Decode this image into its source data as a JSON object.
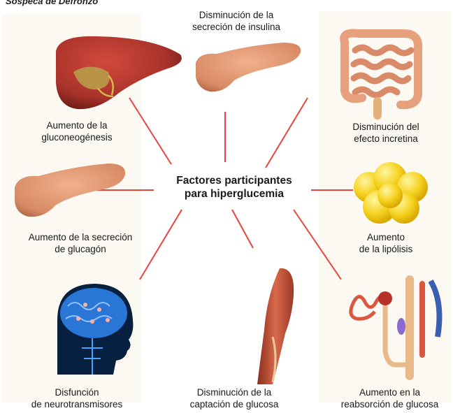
{
  "header_fragment": "Sospeca de Defronzo",
  "center": {
    "line1": "Factores participantes",
    "line2": "para hiperglucemia"
  },
  "factors": {
    "liver": {
      "line1": "Aumento de la",
      "line2": "gluconeogénesis",
      "icon": "liver-icon"
    },
    "insulin": {
      "line1": "Disminución de la",
      "line2": "secreción de insulina",
      "icon": "pancreas-icon"
    },
    "incretin": {
      "line1": "Disminución del",
      "line2": "efecto incretina",
      "icon": "intestine-icon"
    },
    "glucagon": {
      "line1": "Aumento de la secreción",
      "line2": "de glucagón",
      "icon": "pancreas-icon"
    },
    "lipolysis": {
      "line1": "Aumento",
      "line2": "de la lipólisis",
      "icon": "fat-cells-icon"
    },
    "neuro": {
      "line1": "Disfunción",
      "line2": "de neurotransmisores",
      "icon": "brain-head-icon"
    },
    "glucose_uptake": {
      "line1": "Disminución de la",
      "line2": "captación de glucosa",
      "icon": "muscle-arm-icon"
    },
    "reabsorption": {
      "line1": "Aumento en la",
      "line2": "reabsorción de glucosa",
      "icon": "kidney-nephron-icon"
    }
  },
  "colors": {
    "connector": "#e8453c",
    "liver": "#a8322a",
    "pancreas": "#dd9772",
    "intestine": "#e7a07e",
    "fat": "#f5d21f",
    "brain": "#2a76d6",
    "muscle": "#c2553a",
    "kidney": "#d9583f"
  }
}
